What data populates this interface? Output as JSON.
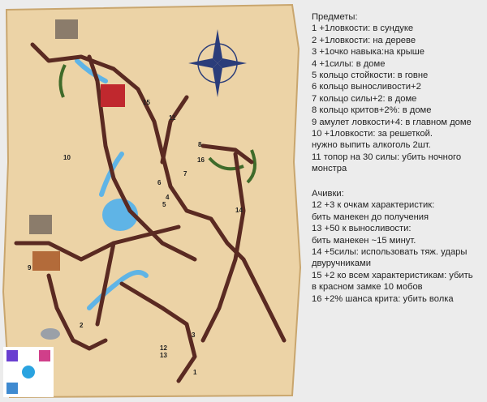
{
  "items": {
    "title": "Предметы:",
    "lines": [
      "1 +1ловкости: в сундуке",
      "2 +1ловкости: на дереве",
      "3 +1очко навыка:на крыше",
      "4 +1силы: в доме",
      "5 кольцо стойкости: в говне",
      "6 кольцо выносливости+2",
      "7 кольцо силы+2: в доме",
      "8 кольцо критов+2%: в доме",
      "9 амулет ловкости+4: в главном доме",
      "10 +1ловкости: за решеткой.",
      "нужно выпить алкоголь 2шт.",
      "11 топор на 30 силы: убить ночного",
      "монстра"
    ]
  },
  "achievements": {
    "title": "Ачивки:",
    "lines": [
      "12 +3 к очкам характеристик:",
      "бить манекен до получения",
      "13 +50 к выносливости:",
      "бить манекен ~15 минут.",
      "14 +5силы: использовать тяж. удары",
      "двуручниками",
      "15 +2 ко всем характеристикам: убить",
      "в красном замке 10 мобов",
      "16 +2% шанса крита: убить волка"
    ]
  },
  "map": {
    "markers": [
      "1",
      "2",
      "3",
      "4",
      "5",
      "6",
      "7",
      "8",
      "9",
      "10",
      "11",
      "12",
      "13",
      "14",
      "15",
      "16"
    ],
    "colors": {
      "parchment": "#e9cfa0",
      "road": "#5a2a22",
      "water": "#5fb4e6",
      "forest": "#3f6b2a",
      "castle_red": "#c0282e"
    }
  }
}
